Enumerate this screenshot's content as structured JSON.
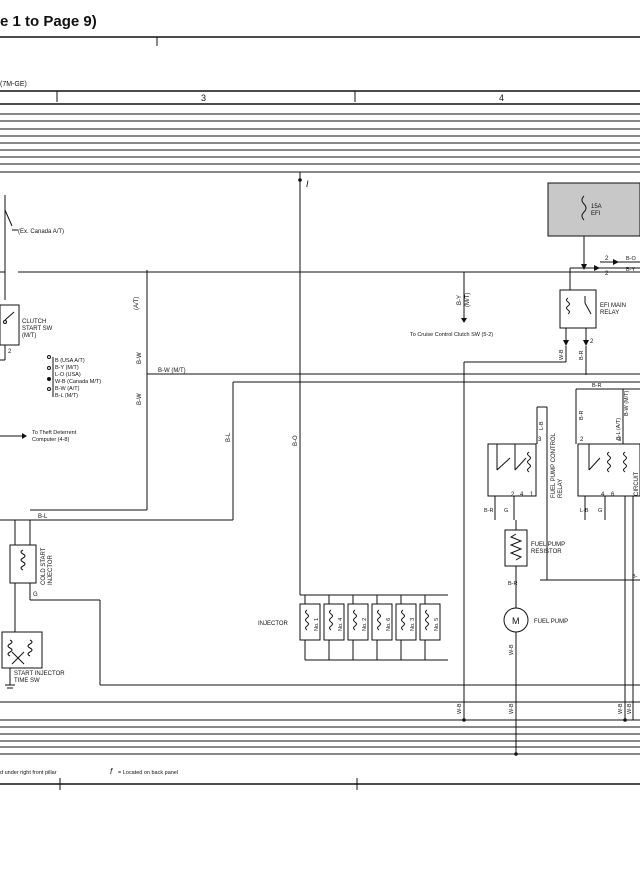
{
  "header": {
    "title": "e 1 to Page 9)",
    "engine": "(7M-GE)",
    "column_3": "3",
    "column_4": "4"
  },
  "labels": {
    "i_mark": "I",
    "ex_canada": "(Ex. Canada A/T)",
    "clutch_start": [
      "CLUTCH",
      "START SW",
      "(M/T)"
    ],
    "at_vertical": "(A/T)",
    "bw_vertical": "B-W",
    "bw_mt": "B-W (M/T)",
    "by_vertical": "B-Y",
    "mt_vertical": "(M/T)",
    "to_cruise": "To Cruise Control Clutch SW (5-2)",
    "options": [
      "B (USA A/T)",
      "B-Y (M/T)",
      "L-O (USA)",
      "W-B (Canada M/T)",
      "B-W (A/T)",
      "B-L (M/T)"
    ],
    "to_theft": [
      "To Theft Deterrent",
      "Computer (4-8)"
    ],
    "bl_vertical": "B-L",
    "bo_vertical": "B-O",
    "bl_horizontal": "B-L",
    "cold_start": [
      "COLD START",
      "INJECTOR"
    ],
    "start_injector": [
      "START INJECTOR",
      "TIME SW"
    ],
    "injector": "INJECTOR",
    "injector_numbers": [
      "No. 1",
      "No. 4",
      "No. 2",
      "No. 6",
      "No. 3",
      "No. 5"
    ],
    "fuse": [
      "15A",
      "EFI"
    ],
    "efi_main_relay": [
      "EFI MAIN",
      "RELAY"
    ],
    "fuel_pump_control": [
      "FUEL PUMP CONTROL",
      "RELAY"
    ],
    "fuel_pump_resistor": [
      "FUEL PUMP",
      "RESISTOR"
    ],
    "fuel_pump": "FUEL PUMP",
    "motor": "M",
    "circuit": "CIRCUIT",
    "footer_left": "d under right front pillar",
    "footer_right_mark": "f",
    "footer_right": "= Located on back panel",
    "wire_bo": "B-O",
    "wire_by": "B-Y",
    "wire_wb": "W-B",
    "wire_br": "B-R",
    "wire_lb": "L-B",
    "wire_bl_at": "B-L (A/T)",
    "wire_bw_mt": "B-W (M/T)"
  }
}
